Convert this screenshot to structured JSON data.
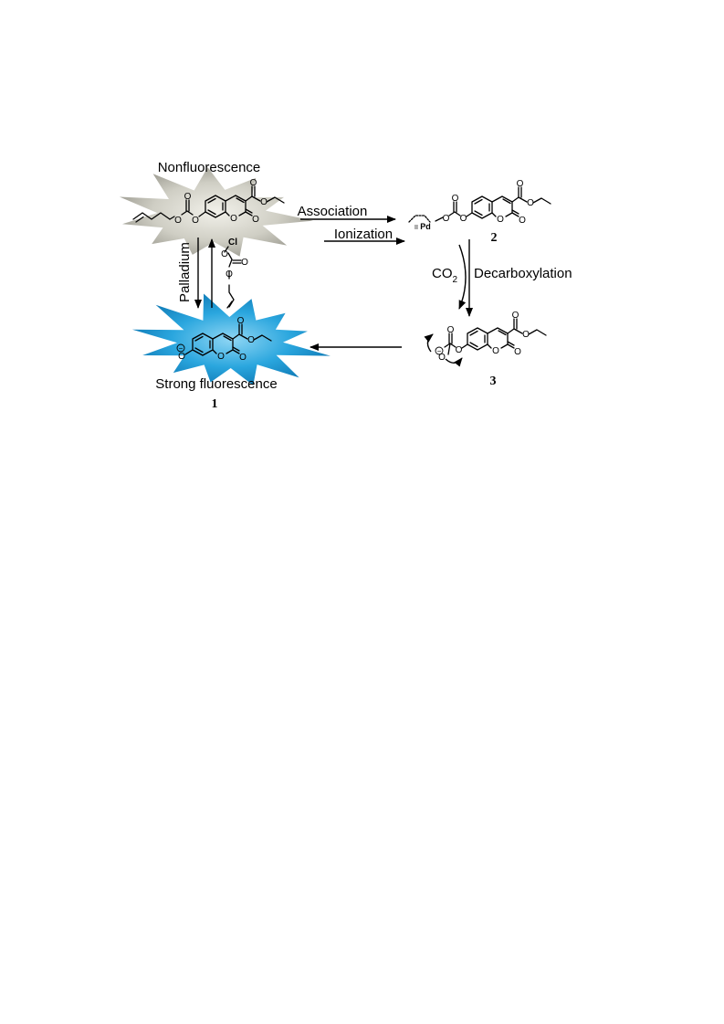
{
  "labels": {
    "nonfluorescence": "Nonfluorescence",
    "strong_fluorescence": "Strong fluorescence",
    "association": "Association",
    "ionization": "Ionization",
    "co2_main": "CO",
    "co2_sub": "2",
    "decarboxylation": "Decarboxylation",
    "palladium": "Palladium"
  },
  "compounds": {
    "c1": "1",
    "c2": "2",
    "c3": "3"
  },
  "atoms": {
    "O": "O",
    "Cl": "Cl",
    "Pd": "Pd",
    "Pd_oxidation": "II",
    "minus": "−"
  },
  "colors": {
    "gray_burst": "#b8b8ae",
    "blue_burst": "#1fa3dc"
  }
}
